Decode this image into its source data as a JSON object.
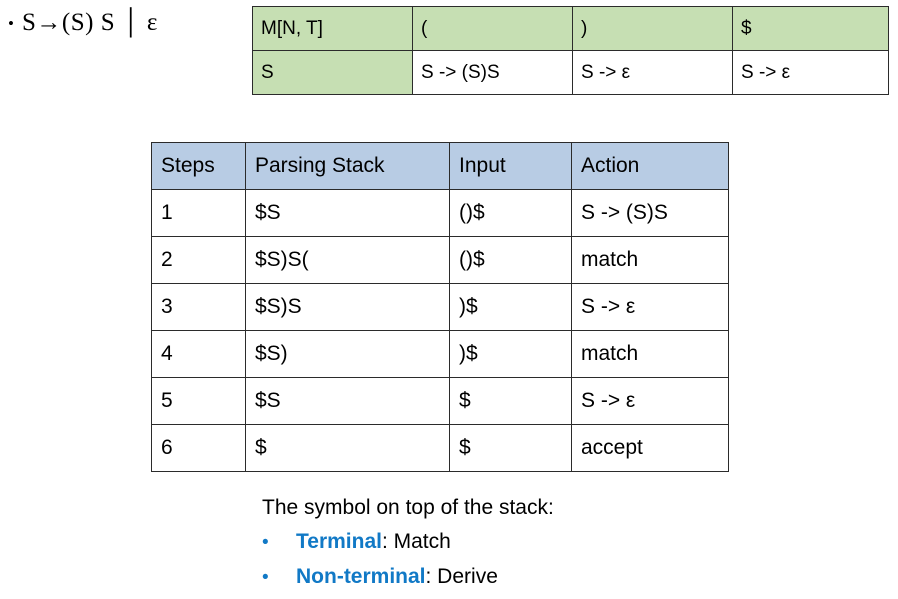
{
  "grammar": {
    "bullet": "•",
    "production": "S→(S) S │ ε"
  },
  "parse_table": {
    "headers": [
      "M[N, T]",
      "(",
      ")",
      "$"
    ],
    "rows": [
      {
        "nonterminal": "S",
        "cells": [
          "S -> (S)S",
          "S -> ε",
          "S -> ε"
        ]
      }
    ],
    "header_color": "#c6dfb3"
  },
  "trace_table": {
    "headers": [
      "Steps",
      "Parsing Stack",
      "Input",
      "Action"
    ],
    "header_color": "#b8cce4",
    "rows": [
      {
        "step": "1",
        "stack": "$S",
        "input": "()$",
        "action": "S -> (S)S",
        "bold": false
      },
      {
        "step": "2",
        "stack": "$S)S(",
        "input": "()$",
        "action": "match",
        "bold": false
      },
      {
        "step": "3",
        "stack": "$S)S",
        "input": ")$",
        "action": "S -> ε",
        "bold": false
      },
      {
        "step": "4",
        "stack": "$S)",
        "input": ")$",
        "action": "match",
        "bold": false
      },
      {
        "step": "5",
        "stack": "$S",
        "input": "$",
        "action": "S -> ε",
        "bold": false
      },
      {
        "step": "6",
        "stack": "$",
        "input": "$",
        "action": "accept",
        "bold": true
      }
    ]
  },
  "notes": {
    "title": "The symbol on top of the stack:",
    "bullet": "•",
    "accent_color": "#1179c6",
    "items": [
      {
        "term": "Terminal",
        "rest": ": Match"
      },
      {
        "term": "Non-terminal",
        "rest": ": Derive"
      }
    ]
  }
}
